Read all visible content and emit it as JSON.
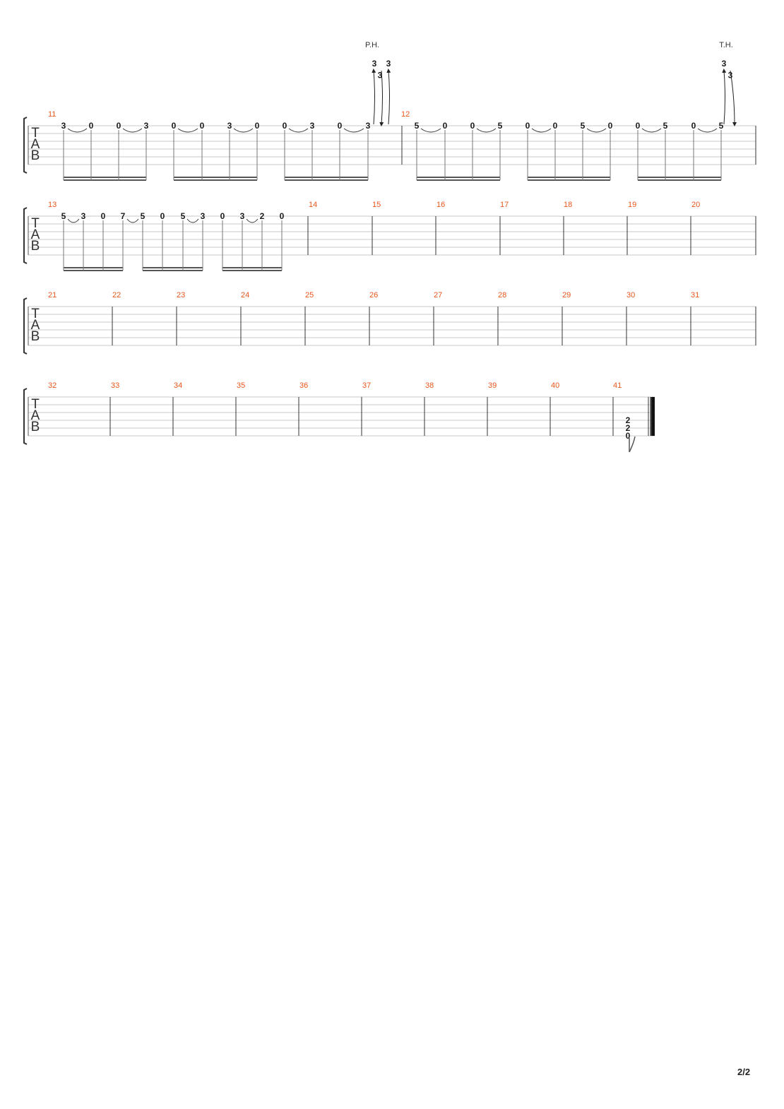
{
  "tab_label": [
    "T",
    "A",
    "B"
  ],
  "page_number": "2/2",
  "colors": {
    "measure_number": "#e8561c",
    "staff_line": "#c8c8c8",
    "barline": "#333333",
    "note": "#1a1a1a"
  },
  "systems": [
    {
      "measures": [
        {
          "number": "11",
          "notes": [
            "3",
            "0",
            "0",
            "3",
            "0",
            "0",
            "3",
            "0",
            "0",
            "3",
            "0",
            "3",
            "3",
            "3",
            "3"
          ],
          "annotation": {
            "label": "P.H.",
            "frets": [
              "3",
              "3",
              "3"
            ]
          }
        },
        {
          "number": "12",
          "notes": [
            "5",
            "0",
            "0",
            "5",
            "0",
            "0",
            "5",
            "0",
            "0",
            "5",
            "0",
            "5",
            "3",
            "3"
          ],
          "annotation": {
            "label": "T.H.",
            "frets": [
              "3",
              "3"
            ]
          }
        }
      ]
    },
    {
      "measures": [
        {
          "number": "13",
          "notes": [
            "5",
            "3",
            "0",
            "7",
            "5",
            "0",
            "5",
            "3",
            "0",
            "3",
            "2",
            "0"
          ]
        },
        {
          "number": "14"
        },
        {
          "number": "15"
        },
        {
          "number": "16"
        },
        {
          "number": "17"
        },
        {
          "number": "18"
        },
        {
          "number": "19"
        },
        {
          "number": "20"
        }
      ]
    },
    {
      "measures": [
        {
          "number": "21"
        },
        {
          "number": "22"
        },
        {
          "number": "23"
        },
        {
          "number": "24"
        },
        {
          "number": "25"
        },
        {
          "number": "26"
        },
        {
          "number": "27"
        },
        {
          "number": "28"
        },
        {
          "number": "29"
        },
        {
          "number": "30"
        },
        {
          "number": "31"
        }
      ]
    },
    {
      "measures": [
        {
          "number": "32"
        },
        {
          "number": "33"
        },
        {
          "number": "34"
        },
        {
          "number": "35"
        },
        {
          "number": "36"
        },
        {
          "number": "37"
        },
        {
          "number": "38"
        },
        {
          "number": "39"
        },
        {
          "number": "40"
        },
        {
          "number": "41",
          "notes": [
            "2",
            "2",
            "0"
          ]
        }
      ]
    }
  ]
}
